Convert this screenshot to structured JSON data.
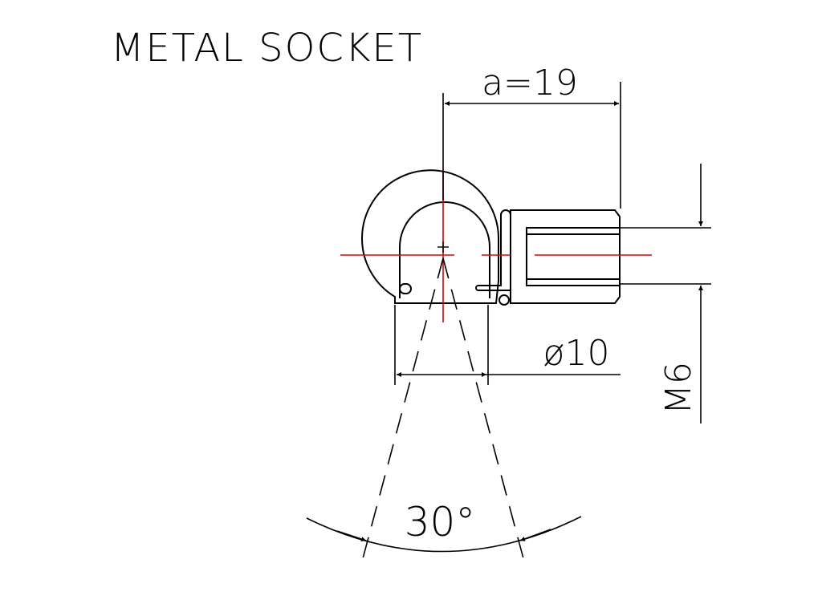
{
  "title": "METAL SOCKET",
  "dimensions": {
    "length": "a=19",
    "diameter": "ø10",
    "thread": "M6",
    "angle": "30°"
  },
  "colors": {
    "outline": "#000000",
    "centerline": "#e00000",
    "background": "#ffffff"
  }
}
